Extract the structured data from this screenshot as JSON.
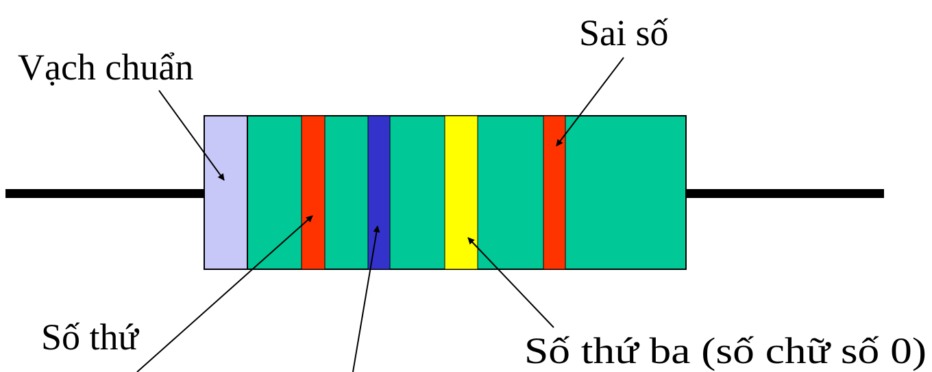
{
  "labels": {
    "reference_band": "Vạch chuẩn",
    "tolerance": "Sai số",
    "first_digit": "Số thứ",
    "third_digit": "Số thứ ba (số chữ số 0)"
  },
  "colors": {
    "wire": "#000000",
    "body": "#00C896",
    "reference_band": "#C8C8F8",
    "band_red": "#FF3300",
    "band_blue": "#3333CC",
    "band_yellow": "#FFFF00",
    "outline": "#000000",
    "background": "#FFFFFF"
  },
  "icons": {
    "arrow": "arrow-icon"
  }
}
